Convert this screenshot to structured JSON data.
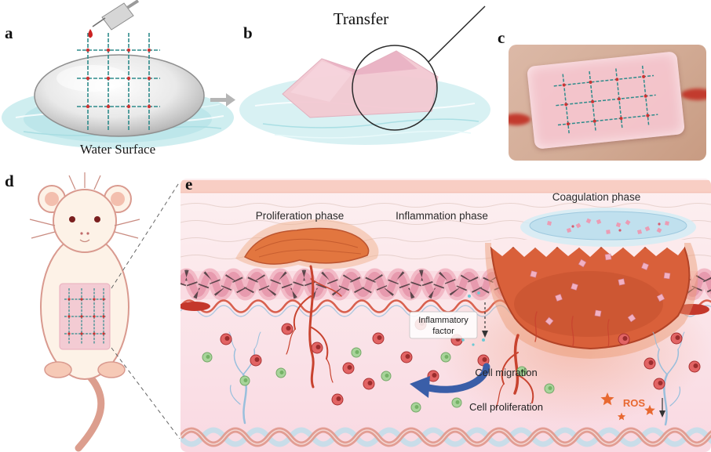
{
  "figure": {
    "panel_labels": {
      "a": "a",
      "b": "b",
      "c": "c",
      "d": "d",
      "e": "e"
    },
    "panel_a": {
      "caption": "Water Surface"
    },
    "panel_b": {
      "title": "Transfer"
    },
    "panel_e": {
      "proliferation_phase": "Proliferation phase",
      "inflammation_phase": "Inflammation phase",
      "coagulation_phase": "Coagulation phase",
      "inflammatory_factor_line1": "Inflammatory",
      "inflammatory_factor_line2": "factor",
      "cell_migration": "Cell migration",
      "cell_proliferation": "Cell proliferation",
      "ros": "ROS"
    },
    "colors": {
      "water": "#cfeef0",
      "film_pink": "#f3c9d2",
      "wound_orange": "#d9603a",
      "clot_blue": "#bfe0ee",
      "cell_red": "#e26464",
      "cell_green": "#a8d49a",
      "vessel_red": "#c8432f",
      "vessel_blue": "#8fbcdc",
      "migration_arrow_blue": "#3a5ea8",
      "ros_orange": "#e86830",
      "mof_teal": "#2e8b8b",
      "mof_red": "#cc3333"
    }
  }
}
